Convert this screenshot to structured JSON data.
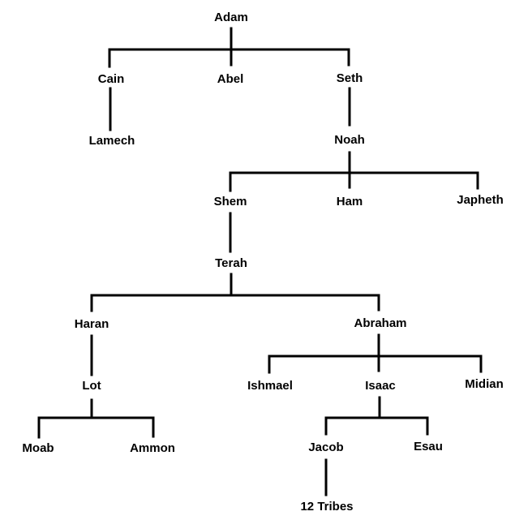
{
  "tree": {
    "adam": "Adam",
    "cain": "Cain",
    "abel": "Abel",
    "seth": "Seth",
    "lamech": "Lamech",
    "noah": "Noah",
    "shem": "Shem",
    "ham": "Ham",
    "japheth": "Japheth",
    "terah": "Terah",
    "haran": "Haran",
    "abraham": "Abraham",
    "lot": "Lot",
    "ishmael": "Ishmael",
    "isaac": "Isaac",
    "midian": "Midian",
    "moab": "Moab",
    "ammon": "Ammon",
    "jacob": "Jacob",
    "esau": "Esau",
    "tribes": "12 Tribes"
  }
}
